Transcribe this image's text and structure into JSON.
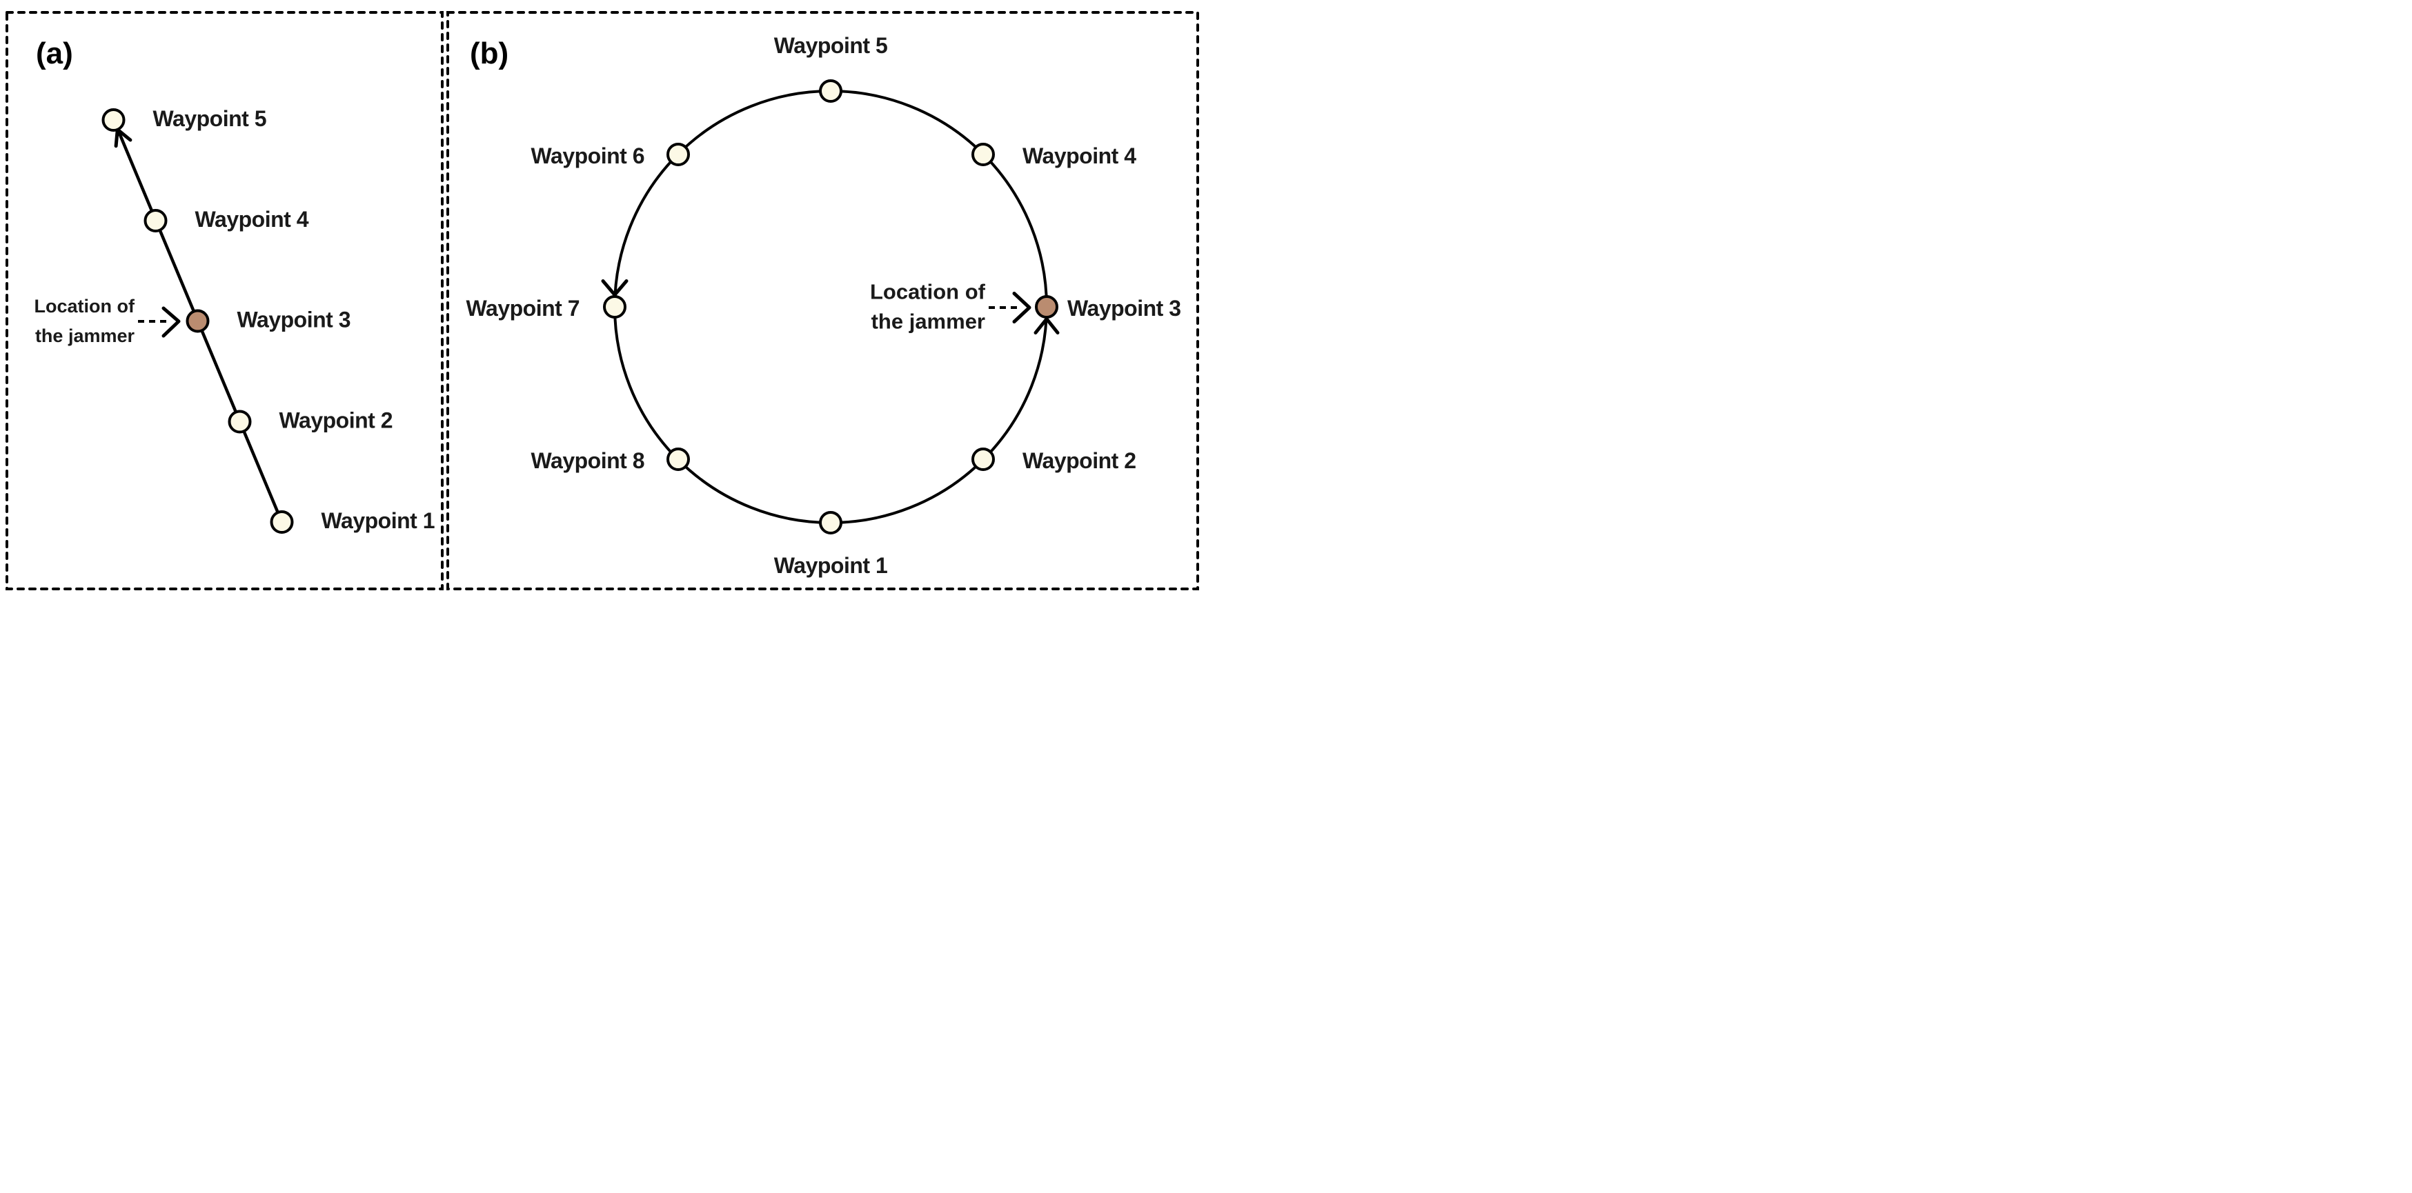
{
  "panel_a": {
    "label": "(a)",
    "trajectory": "straight-line",
    "jammer_note": {
      "line1": "Location of",
      "line2": "the jammer"
    },
    "waypoints": [
      {
        "label": "Waypoint 1"
      },
      {
        "label": "Waypoint 2"
      },
      {
        "label": "Waypoint 3"
      },
      {
        "label": "Waypoint 4"
      },
      {
        "label": "Waypoint 5"
      }
    ]
  },
  "panel_b": {
    "label": "(b)",
    "trajectory": "circular",
    "jammer_note": {
      "line1": "Location of",
      "line2": "the jammer"
    },
    "waypoints": [
      {
        "label": "Waypoint 1"
      },
      {
        "label": "Waypoint 2"
      },
      {
        "label": "Waypoint 3"
      },
      {
        "label": "Waypoint 4"
      },
      {
        "label": "Waypoint 5"
      },
      {
        "label": "Waypoint 6"
      },
      {
        "label": "Waypoint 7"
      },
      {
        "label": "Waypoint 8"
      }
    ]
  },
  "colors": {
    "waypoint_fill": "#FCF9E6",
    "jammer_fill": "#BA8C70",
    "line": "#000000",
    "background": "#FFFFFF"
  }
}
